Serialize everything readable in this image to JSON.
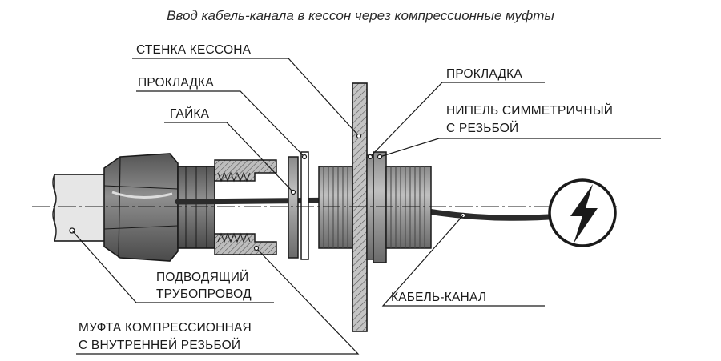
{
  "title": "Ввод кабель-канала в кессон через компрессионные муфты",
  "labels": {
    "wall": "СТЕНКА КЕССОНА",
    "gasket_left": "ПРОКЛАДКА",
    "nut": "ГАЙКА",
    "gasket_right": "ПРОКЛАДКА",
    "nipple_line1": "НИПЕЛЬ СИММЕТРИЧНЫЙ",
    "nipple_line2": "С РЕЗЬБОЙ",
    "pipe_line1": "ПОДВОДЯЩИЙ",
    "pipe_line2": "ТРУБОПРОВОД",
    "cable": "КАБЕЛЬ-КАНАЛ",
    "coupling_line1": "МУФТА КОМПРЕССИОННАЯ",
    "coupling_line2": "С ВНУТРЕННЕЙ РЕЗЬБОЙ"
  },
  "colors": {
    "line": "#1a1a1a",
    "metal_dark": "#6e6e6e",
    "metal_mid": "#9a9a9a",
    "metal_light": "#c9c9c9",
    "pipe": "#e6e6e6",
    "wall_fill": "#c4c4c4",
    "cable": "#2b2b2b"
  },
  "icons": {
    "power": "lightning-bolt-icon"
  }
}
